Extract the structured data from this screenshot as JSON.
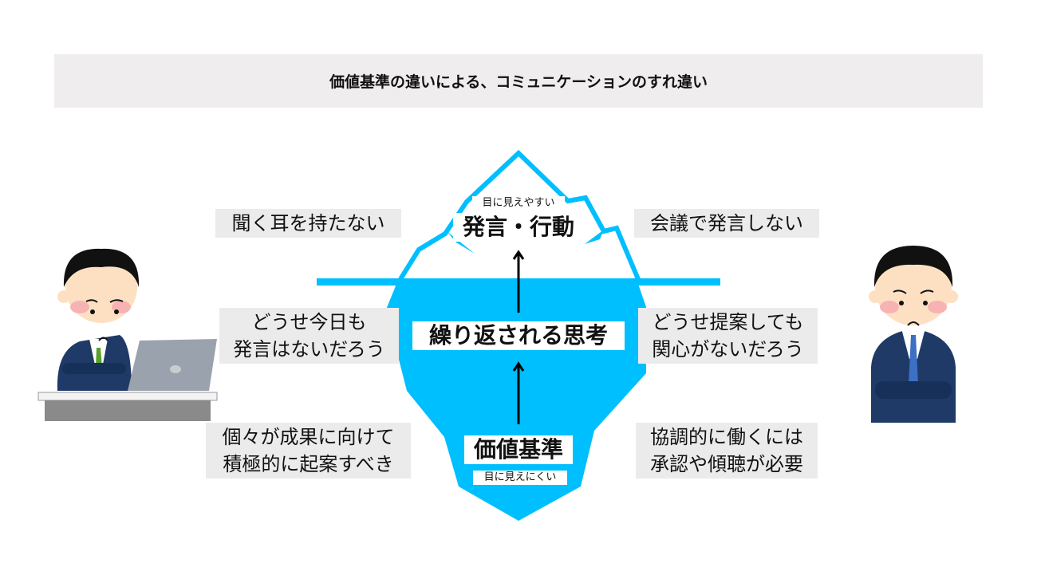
{
  "title": "価値基準の違いによる、コミュニケーションのすれ違い",
  "iceberg": {
    "top_caption": "目に見えやすい",
    "top_label": "発言・行動",
    "middle_label": "繰り返される思考",
    "bottom_label": "価値基準",
    "bottom_caption": "目に見えにくい"
  },
  "left_person": {
    "labels": [
      {
        "lines": [
          "聞く耳を持たない"
        ]
      },
      {
        "lines": [
          "どうせ今日も",
          "発言はないだろう"
        ]
      },
      {
        "lines": [
          "個々が成果に向けて",
          "積極的に起案すべき"
        ]
      }
    ]
  },
  "right_person": {
    "labels": [
      {
        "lines": [
          "会議で発言しない"
        ]
      },
      {
        "lines": [
          "どうせ提案しても",
          "関心がないだろう"
        ]
      },
      {
        "lines": [
          "協調的に働くには",
          "承認や傾聴が必要"
        ]
      }
    ]
  },
  "colors": {
    "iceberg": "#00bfff",
    "label_bg": "#ebebeb",
    "title_bg": "#efeded"
  }
}
